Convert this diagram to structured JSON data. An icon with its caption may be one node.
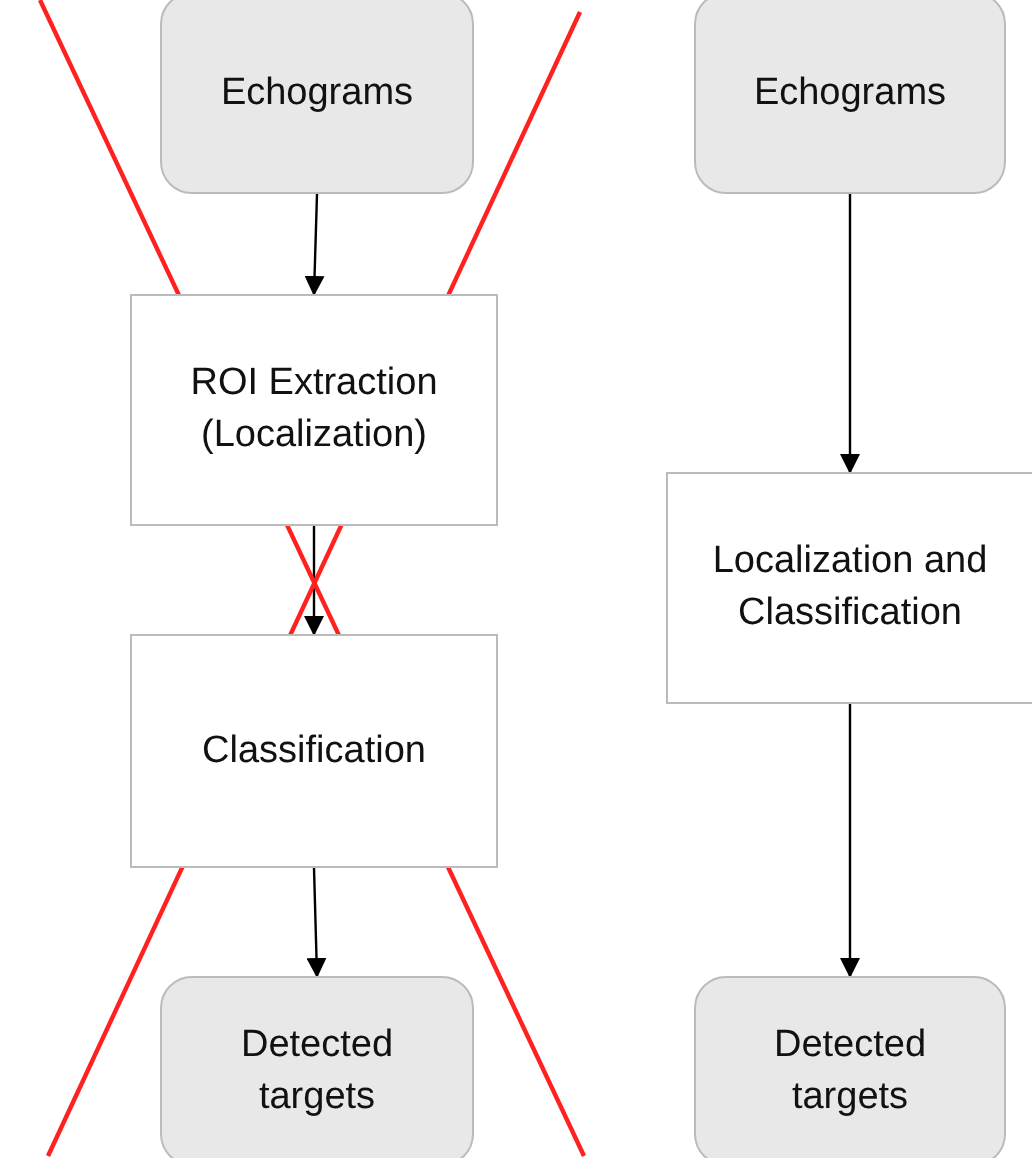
{
  "diagram": {
    "nodes": [
      {
        "text": [
          "Echograms"
        ]
      },
      {
        "text": [
          "ROI Extraction (Localization)"
        ]
      },
      {
        "text": [
          "Classification"
        ]
      },
      {
        "text": [
          "Detected targets"
        ]
      },
      {
        "text": [
          "Echograms"
        ]
      },
      {
        "text": [
          "Localization and Classification"
        ]
      },
      {
        "text": [
          "Detected targets"
        ]
      }
    ],
    "edges": [
      {
        "from": 0,
        "to": 1,
        "arrow": "to"
      },
      {
        "from": 1,
        "to": 2,
        "arrow": "to"
      },
      {
        "from": 2,
        "to": 3,
        "arrow": "to"
      },
      {
        "from": 4,
        "to": 5,
        "arrow": "to"
      },
      {
        "from": 5,
        "to": 6,
        "arrow": "to"
      }
    ]
  }
}
